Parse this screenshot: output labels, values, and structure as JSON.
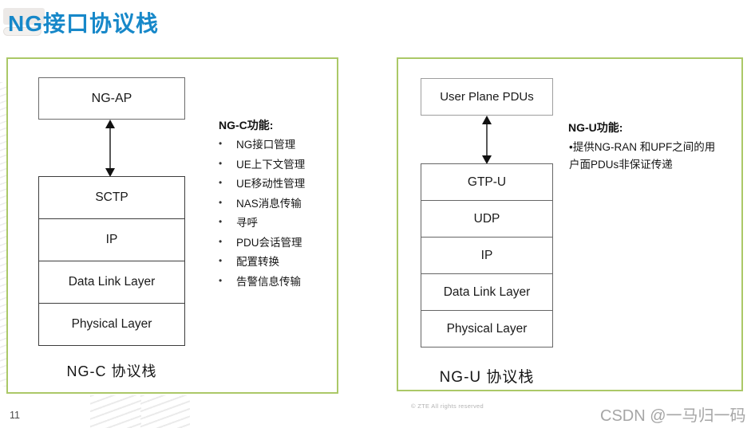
{
  "title": "NG接口协议栈",
  "page_number": "11",
  "footer": {
    "copyright": "© ZTE All rights reserved",
    "watermark": "CSDN @一马归一码"
  },
  "colors": {
    "title_blue": "#1788c9",
    "panel_border_green": "#abc867"
  },
  "left_panel": {
    "top_box": "NG-AP",
    "stack": [
      "SCTP",
      "IP",
      "Data Link Layer",
      "Physical Layer"
    ],
    "caption": "NG-C 协议栈",
    "functions": {
      "heading": "NG-C功能:",
      "bullet": "•",
      "items": [
        "NG接口管理",
        "UE上下文管理",
        "UE移动性管理",
        "NAS消息传输",
        "寻呼",
        "PDU会话管理",
        "配置转换",
        "告警信息传输"
      ]
    }
  },
  "right_panel": {
    "top_box": "User Plane PDUs",
    "stack": [
      "GTP-U",
      "UDP",
      "IP",
      "Data Link Layer",
      "Physical Layer"
    ],
    "caption": "NG-U 协议栈",
    "functions": {
      "heading": "NG-U功能:",
      "lines": [
        "•提供NG-RAN 和UPF之间的用",
        "户面PDUs非保证传递"
      ]
    }
  }
}
